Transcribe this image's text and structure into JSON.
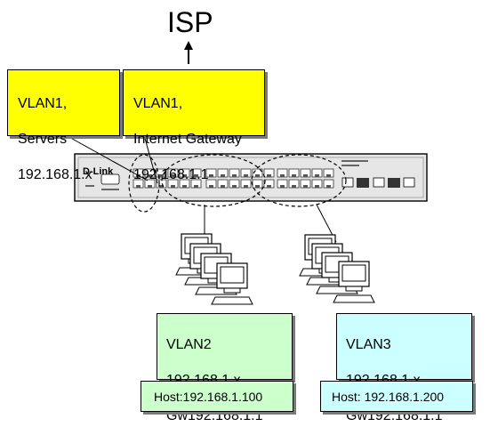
{
  "isp": {
    "label": "ISP"
  },
  "vlan1_servers": {
    "line1": "VLAN1,",
    "line2": "Servers",
    "line3": "192.168.1.x"
  },
  "vlan1_gateway": {
    "line1": "VLAN1,",
    "line2": "Internet Gateway",
    "line3": "192.168.1.1"
  },
  "switch": {
    "brand": "D-Link"
  },
  "vlan2": {
    "line1": "VLAN2",
    "line2": "192.168.1.x",
    "line3": "Gw192.168.1.1",
    "host": "Host:192.168.1.100"
  },
  "vlan3": {
    "line1": "VLAN3",
    "line2": "192.168.1.x",
    "line3": "Gw192.168.1.1",
    "host": "Host: 192.168.1.200"
  },
  "colors": {
    "vlan1": "#ffff00",
    "vlan2": "#ccffcc",
    "vlan3": "#ccffff"
  }
}
